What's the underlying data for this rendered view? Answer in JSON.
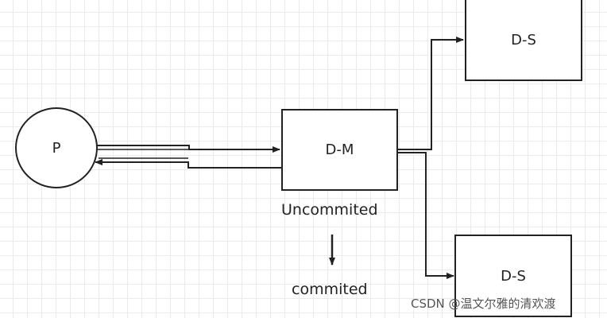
{
  "nodes": {
    "producer": "P",
    "master": "D-M",
    "slave_top": "D-S",
    "slave_bottom": "D-S"
  },
  "labels": {
    "uncommitted": "Uncommited",
    "committed": "commited"
  },
  "watermark": "CSDN @温文尔雅的清欢渡",
  "colors": {
    "stroke": "#222222",
    "grid": "#ebebeb"
  }
}
